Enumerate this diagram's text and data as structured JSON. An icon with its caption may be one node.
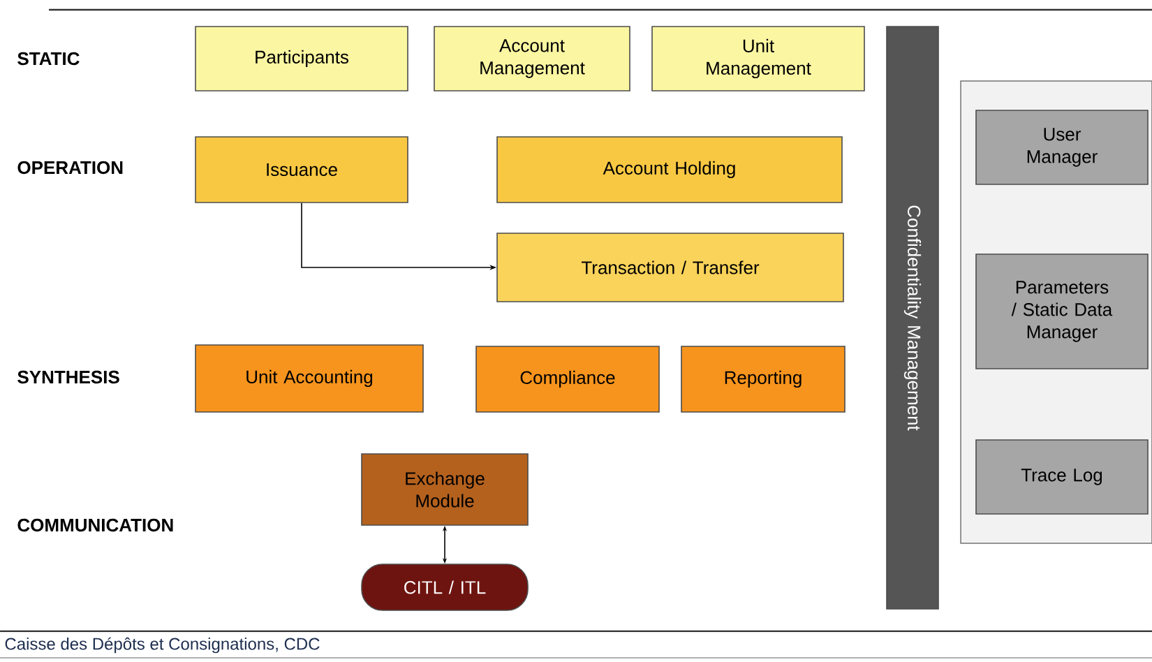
{
  "diagram": {
    "caption": "Caisse des Dépôts et Consignations, CDC",
    "nodes": [
      {
        "text": [
          "Participants"
        ]
      },
      {
        "text": [
          "Account Management"
        ]
      },
      {
        "text": [
          "Unit Management"
        ]
      },
      {
        "text": [
          "Issuance"
        ]
      },
      {
        "text": [
          "Account Holding"
        ]
      },
      {
        "text": [
          "Transaction / Transfer"
        ]
      },
      {
        "text": [
          "Unit Accounting"
        ]
      },
      {
        "text": [
          "Compliance"
        ]
      },
      {
        "text": [
          "Reporting"
        ]
      },
      {
        "text": [
          "Exchange Module"
        ]
      },
      {
        "text": [
          "CITL / ITL"
        ]
      },
      {
        "text": [
          "Confidentiality Management"
        ]
      },
      {
        "text": [],
        "shape": "box"
      },
      {
        "text": [
          "User Manager"
        ],
        "in": 12
      },
      {
        "text": [
          "Parameters / Static Data Manager"
        ],
        "in": 12
      },
      {
        "text": [
          "Trace Log"
        ],
        "in": 12
      }
    ],
    "edges": [
      {
        "from": 3,
        "to": 5,
        "arrow": "to"
      },
      {
        "from": 9,
        "to": 10,
        "arrow": "both"
      }
    ],
    "labels": [
      "STATIC",
      "OPERATION",
      "SYNTHESIS",
      "COMMUNICATION"
    ]
  }
}
